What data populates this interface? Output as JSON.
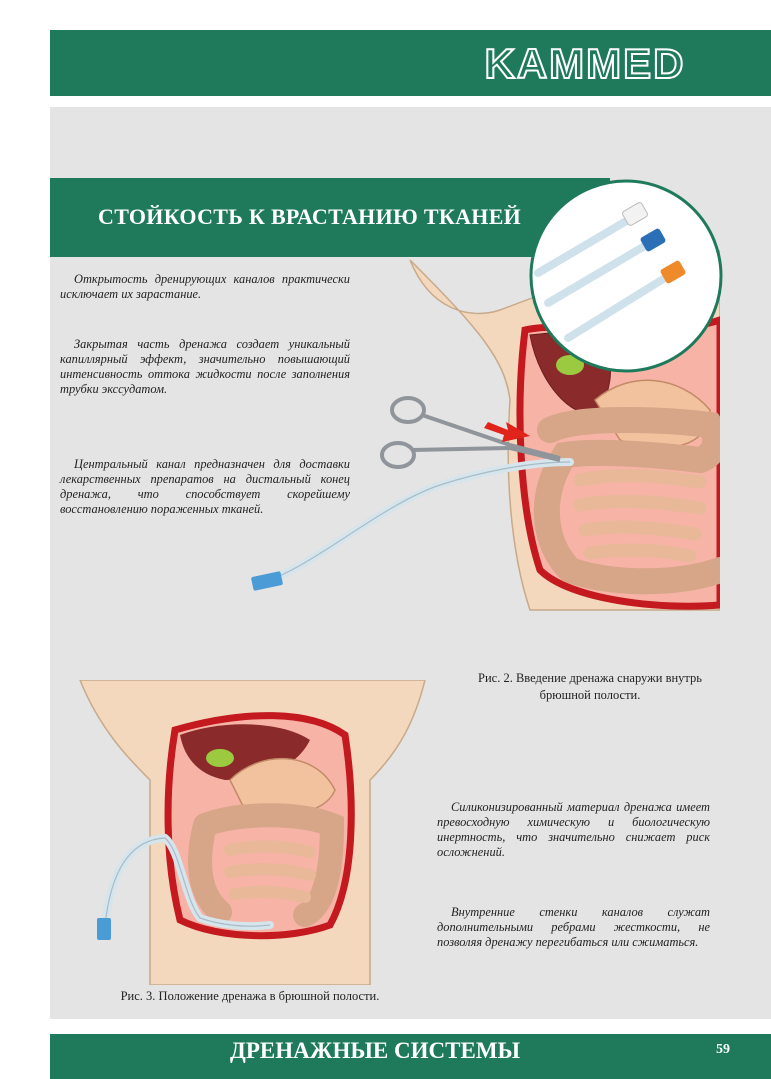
{
  "header": {
    "logo_text": "KAMMED"
  },
  "section": {
    "title": "СТОЙКОСТЬ К ВРАСТАНИЮ ТКАНЕЙ"
  },
  "paragraphs": {
    "p1": "Открытость дренирующих каналов практически исключает их зарастание.",
    "p2": "Закрытая часть дренажа создает уникальный капиллярный эффект, значительно повышающий интенсивность оттока жидкости после заполнения трубки экссудатом.",
    "p3": "Центральный канал предназначен для доставки лекарственных препаратов на дистальный конец дренажа, что способствует скорейшему восстановлению пораженных тканей.",
    "p4": "Силиконизированный материал дренажа имеет превосходную химическую и биологическую инертность, что значительно снижает риск осложнений.",
    "p5": "Внутренние стенки каналов служат дополнительными ребрами жесткости, не позволяя дренажу перегибаться или сжиматься."
  },
  "captions": {
    "fig2_line1": "Рис. 2. Введение дренажа снаружи внутрь",
    "fig2_line2": "брюшной полости.",
    "fig3": "Рис. 3. Положение дренажа в брюшной полости."
  },
  "footer": {
    "title": "ДРЕНАЖНЫЕ СИСТЕМЫ",
    "page_number": "59"
  },
  "colors": {
    "brand_green": "#1f7a5c",
    "panel_gray": "#e4e4e4",
    "skin": "#f3d8bd",
    "wall_red": "#c3191f",
    "arrow_red": "#e0241c"
  }
}
